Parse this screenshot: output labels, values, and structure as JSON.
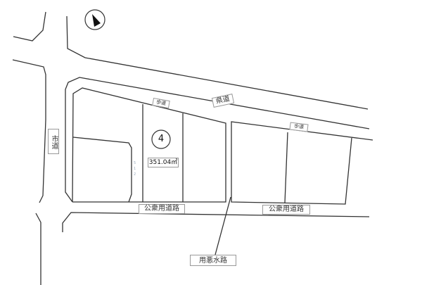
{
  "labels": {
    "prefectural_road": "県道",
    "sidewalk_left": "歩道",
    "sidewalk_right": "歩道",
    "city_road": "市道",
    "public_road_left": "公衆用道路",
    "public_road_right": "公衆用道路",
    "drainage_channel": "用悪水路"
  },
  "lot": {
    "number": "4",
    "area": "351.04㎡",
    "faint_digits": "5 1 2"
  },
  "north_arrow": {
    "icon": "north-arrow-icon"
  },
  "colors": {
    "line": "#333333",
    "background": "#ffffff"
  }
}
